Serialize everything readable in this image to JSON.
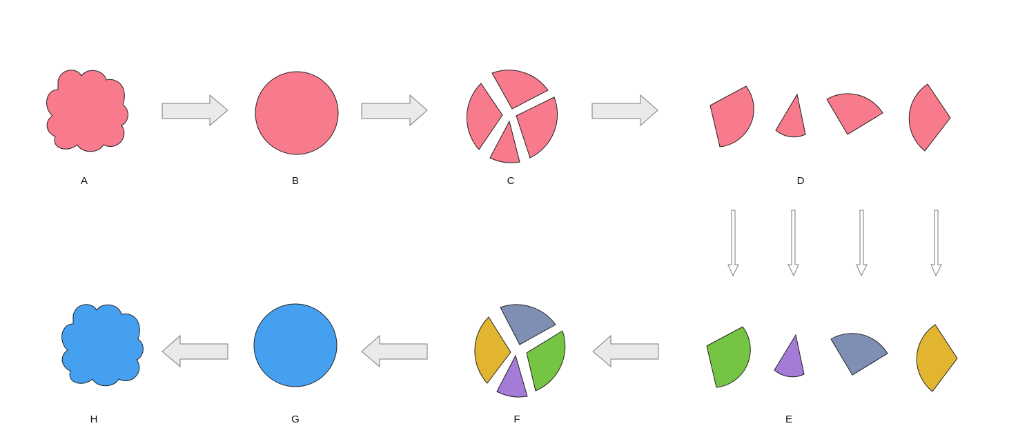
{
  "labels": {
    "A": "A",
    "B": "B",
    "C": "C",
    "D": "D",
    "E": "E",
    "F": "F",
    "G": "G",
    "H": "H"
  },
  "colors": {
    "source": "#f77b8c",
    "target": "#46a0f0",
    "green": "#76c443",
    "purple": "#a57bd8",
    "slate": "#7e8fb3",
    "gold": "#e2b531",
    "arrow_fill": "#eaeaea",
    "stroke": "#1f1f1f"
  }
}
